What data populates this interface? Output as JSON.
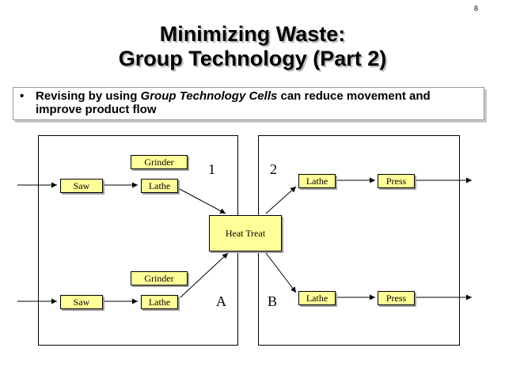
{
  "page_number": "8",
  "title_line1": "Minimizing Waste:",
  "title_line2": "Group Technology (Part 2)",
  "bullet": {
    "marker": "•",
    "text_before": "Revising by using ",
    "text_emphasis": "Group Technology Cells",
    "text_after": " can reduce movement and improve product flow"
  },
  "diagram": {
    "boxes": {
      "saw_top": "Saw",
      "lathe_top_left": "Lathe",
      "grinder_top": "Grinder",
      "saw_bottom": "Saw",
      "lathe_bottom_left": "Lathe",
      "grinder_bottom": "Grinder",
      "heat_treat": "Heat Treat",
      "lathe_top_right": "Lathe",
      "press_top": "Press",
      "lathe_bottom_right": "Lathe",
      "press_bottom": "Press"
    },
    "labels": {
      "cell_1": "1",
      "cell_2": "2",
      "cell_a": "A",
      "cell_b": "B"
    },
    "colors": {
      "box_fill": "#ffff99",
      "line": "#000000"
    }
  }
}
